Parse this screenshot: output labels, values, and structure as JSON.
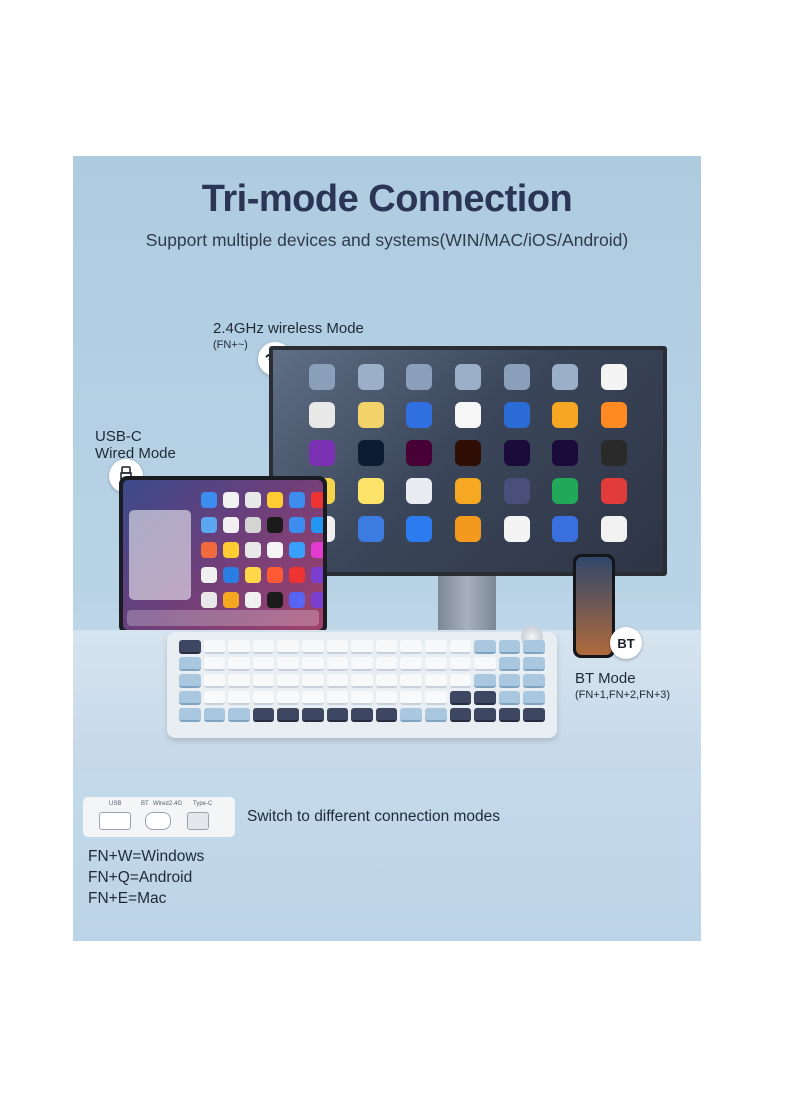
{
  "title": "Tri-mode Connection",
  "subtitle": "Support multiple devices and systems(WIN/MAC/iOS/Android)",
  "modes": {
    "wireless": {
      "label": "2.4GHz wireless Mode",
      "shortcut": "(FN+~)",
      "icon": "wifi-icon"
    },
    "usb": {
      "label_line1": "USB-C",
      "label_line2": "Wired Mode",
      "icon": "usb-icon"
    },
    "bt": {
      "label": "BT Mode",
      "shortcut": "(FN+1,FN+2,FN+3)",
      "badge": "BT"
    }
  },
  "switch": {
    "caption": "Switch to different connection modes",
    "positions": [
      "USB",
      "BT",
      "Wired",
      "2.4G",
      "Type-C"
    ]
  },
  "os_shortcuts": [
    "FN+W=Windows",
    "FN+Q=Android",
    "FN+E=Mac"
  ],
  "colors": {
    "panel": "#b4cfe3",
    "title": "#2b3556",
    "text": "#1f2a36"
  }
}
